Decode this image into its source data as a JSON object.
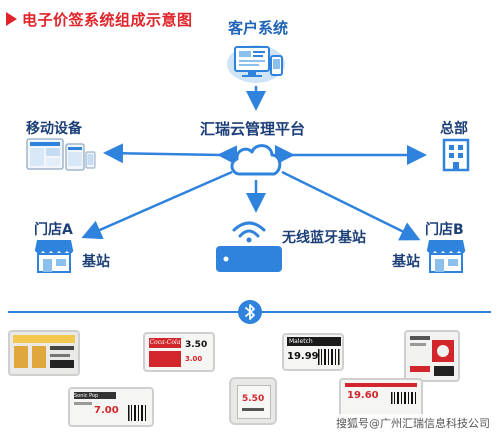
{
  "title": "电子价签系统组成示意图",
  "nodes": {
    "client_system": "客户系统",
    "cloud_platform": "汇瑞云管理平台",
    "mobile_device": "移动设备",
    "headquarters": "总部",
    "store_a": "门店A",
    "store_b": "门店B",
    "base_station_left": "基站",
    "base_station_right": "基站",
    "wireless_base_station": "无线蓝牙基站"
  },
  "esl_samples": [
    {
      "product": "Coca-Cola",
      "price": "3.50",
      "price2": "3.00"
    },
    {
      "product": "Maletch",
      "price": "19.99"
    },
    {
      "product": "Sonic Pop",
      "price": "7.00"
    },
    {
      "price": "5.50"
    },
    {
      "price": "19.60"
    }
  ],
  "watermark": "搜狐号@广州汇瑞信息科技公司",
  "colors": {
    "title": "#e0242a",
    "label": "#1e63b8",
    "arrow": "#2f83dd",
    "divider": "#2f83dd"
  }
}
